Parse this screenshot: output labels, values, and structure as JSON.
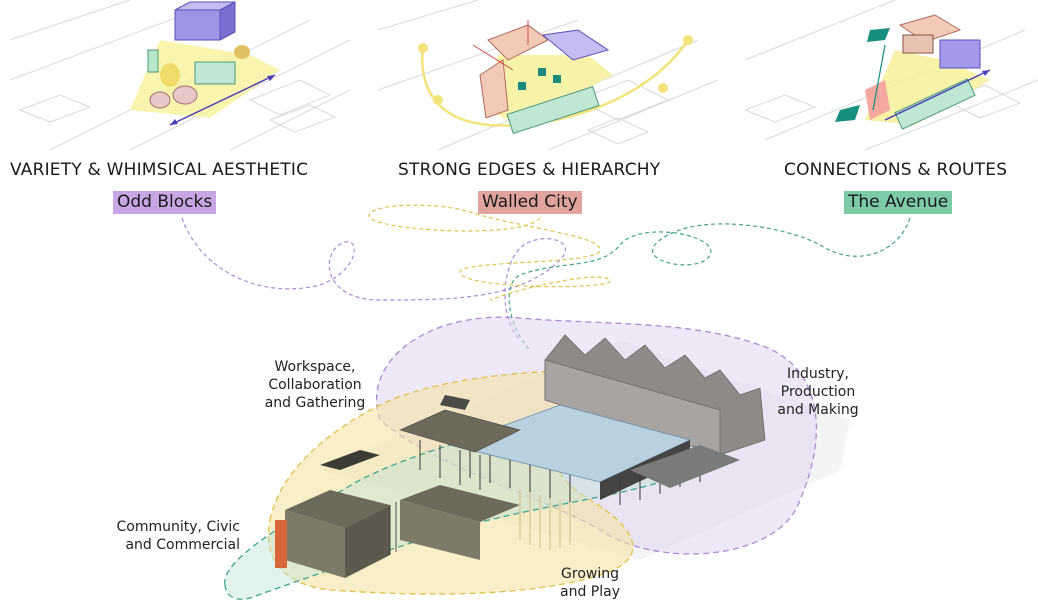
{
  "concepts": [
    {
      "heading": "VARIETY & WHIMSICAL AESTHETIC",
      "tag": "Odd Blocks",
      "color": "#c8a6e6"
    },
    {
      "heading": "STRONG EDGES & HIERARCHY",
      "tag": "Walled City",
      "color": "#e0a39e"
    },
    {
      "heading": "CONNECTIONS & ROUTES",
      "tag": "The Avenue",
      "color": "#7ccaa6"
    }
  ],
  "zones": {
    "workspace": {
      "line1": "Workspace,",
      "line2": "Collaboration",
      "line3": "and Gathering"
    },
    "industry": {
      "line1": "Industry, Production",
      "line2": "and Making"
    },
    "community": {
      "line1": "Community, Civic",
      "line2": "and Commercial"
    },
    "growing": {
      "line1": "Growing",
      "line2": "and Play"
    }
  },
  "colors": {
    "purple": "#a98bd8",
    "yellow": "#e8c85a",
    "teal": "#3fa58b",
    "yellow_fill": "#f3e2a3",
    "purple_fill": "#e2d6f4",
    "teal_fill": "#bfe3d6"
  }
}
